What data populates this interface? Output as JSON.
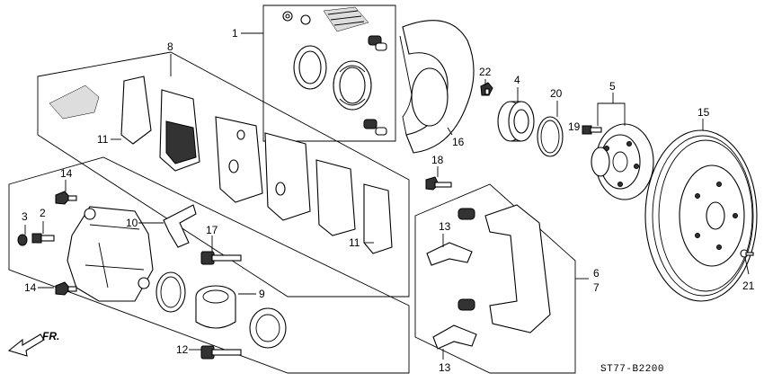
{
  "diagram": {
    "code": "ST77-B2200",
    "direction_label": "FR.",
    "callouts": [
      "1",
      "2",
      "3",
      "4",
      "5",
      "6",
      "7",
      "8",
      "9",
      "10",
      "11",
      "11",
      "12",
      "13",
      "13",
      "14",
      "14",
      "15",
      "16",
      "17",
      "18",
      "19",
      "20",
      "21",
      "22"
    ]
  }
}
